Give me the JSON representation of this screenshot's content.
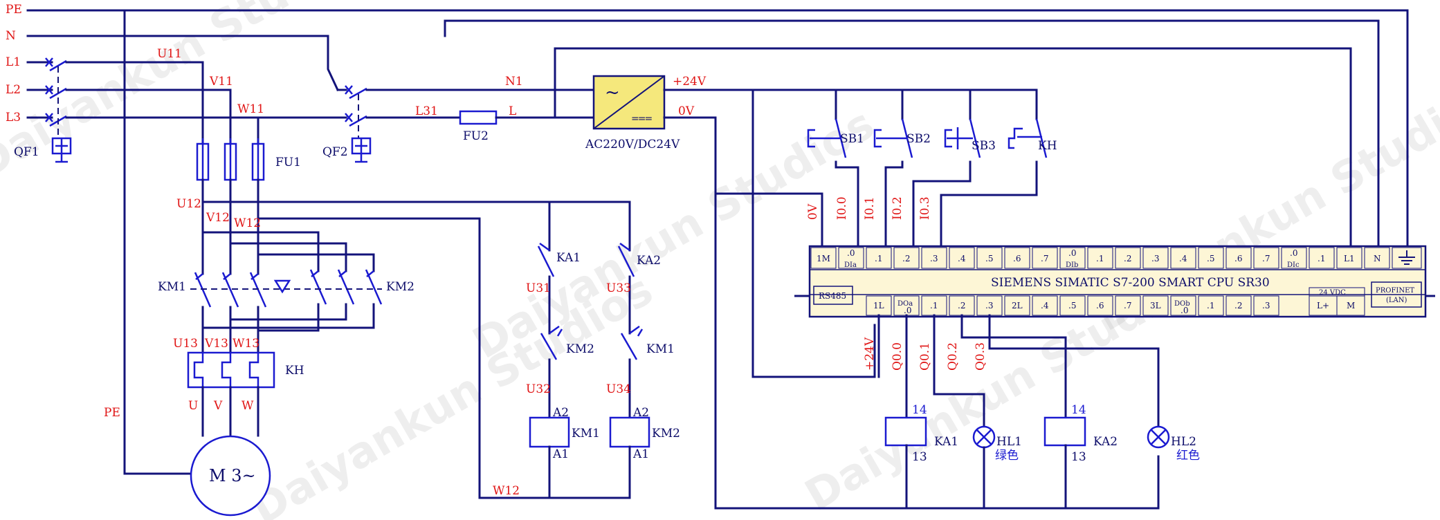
{
  "rails": {
    "pe": "PE",
    "n": "N",
    "l1": "L1",
    "l2": "L2",
    "l3": "L3"
  },
  "breakers": {
    "qf1": "QF1",
    "qf2": "QF2"
  },
  "motor_circuit": {
    "u11": "U11",
    "v11": "V11",
    "w11": "W11",
    "fuse_main": "FU1",
    "u12": "U12",
    "v12": "V12",
    "w12": "W12",
    "km1": "KM1",
    "km2": "KM2",
    "u13": "U13",
    "v13": "V13",
    "w13": "W13",
    "overload": "KH",
    "u": "U",
    "v": "V",
    "w": "W",
    "pe_label": "PE",
    "motor": "M 3~"
  },
  "power_supply": {
    "n1": "N1",
    "l31": "L31",
    "l": "L",
    "fuse_ctrl": "FU2",
    "plus24": "+24V",
    "zero_v": "0V",
    "label": "AC220V/DC24V",
    "ac_symbol": "~",
    "dc_symbol": "==="
  },
  "control_circuit": {
    "ka1": "KA1",
    "ka2": "KA2",
    "u31": "U31",
    "u33": "U33",
    "km2_contact": "KM2",
    "km1_contact": "KM1",
    "u32": "U32",
    "u34": "U34",
    "a2_left": "A2",
    "a2_right": "A2",
    "a1_left": "A1",
    "a1_right": "A1",
    "coil_km1": "KM1",
    "coil_km2": "KM2",
    "w12_bottom": "W12"
  },
  "inputs": {
    "sb1": "SB1",
    "sb2": "SB2",
    "sb3": "SB3",
    "kh": "KH",
    "wire_0v": "0V",
    "wire_i00": "I0.0",
    "wire_i01": "I0.1",
    "wire_i02": "I0.2",
    "wire_i03": "I0.3"
  },
  "plc": {
    "title": "SIEMENS SIMATIC S7-200 SMART CPU SR30",
    "rs485": "RS485",
    "profinet": "PROFINET",
    "lan": "(LAN)",
    "vdc_label": "24 VDC",
    "top_terminals": [
      "1M",
      ".0",
      ".1",
      ".2",
      ".3",
      ".4",
      ".5",
      ".6",
      ".7",
      ".0",
      ".1",
      ".2",
      ".3",
      ".4",
      ".5",
      ".6",
      ".7",
      ".0",
      ".1",
      "L1",
      "N"
    ],
    "top_sublabels": {
      "dia": "DIa",
      "dib": "DIb",
      "dic": "DIc"
    },
    "bottom_terminals": [
      "1L",
      ".0",
      ".1",
      ".2",
      ".3",
      "2L",
      ".4",
      ".5",
      ".6",
      ".7",
      "3L",
      ".0",
      ".1",
      ".2",
      ".3"
    ],
    "bottom_sublabels": {
      "doa": "DOa",
      "dob": "DOb"
    },
    "power_terminals": [
      "L+",
      "M"
    ]
  },
  "outputs": {
    "wire_24v": "+24V",
    "wire_q00": "Q0.0",
    "wire_q01": "Q0.1",
    "wire_q02": "Q0.2",
    "wire_q03": "Q0.3",
    "ka1": "KA1",
    "ka2": "KA2",
    "ka1_14": "14",
    "ka1_13": "13",
    "ka2_14": "14",
    "ka2_13": "13",
    "hl1": "HL1",
    "hl1_color": "绿色",
    "hl2": "HL2",
    "hl2_color": "红色"
  },
  "watermark": "Daiyankun Studios",
  "colors": {
    "wire": "#13137a",
    "symbol": "#1a1ad0",
    "net_label": "#e01515",
    "psu_fill": "#f5e87c",
    "plc_fill": "#fdf6d6"
  }
}
